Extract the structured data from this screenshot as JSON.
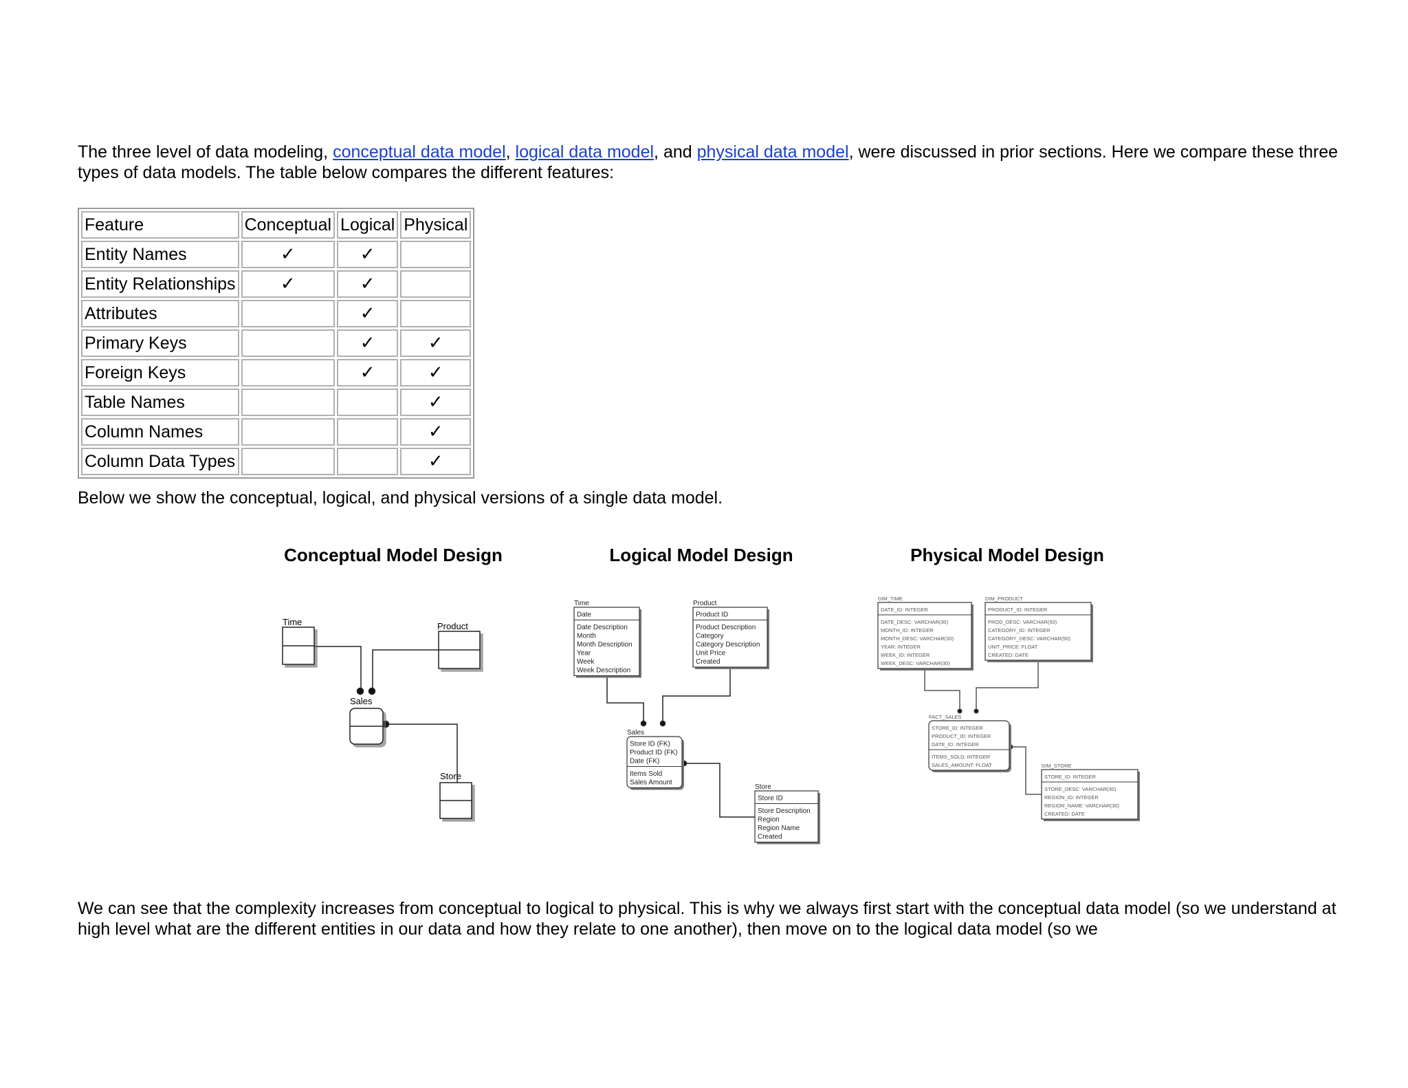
{
  "intro": {
    "before": "The three level of data modeling, ",
    "link1": "conceptual data model",
    "sep1": ", ",
    "link2": "logical data model",
    "sep2": ", and ",
    "link3": "physical data model",
    "after": ", were discussed in prior sections. Here we compare these three types of data models. The table below compares the different features:"
  },
  "table": {
    "headers": [
      "Feature",
      "Conceptual",
      "Logical",
      "Physical"
    ],
    "check": "✓",
    "rows": [
      {
        "feature": "Entity Names",
        "conceptual": "✓",
        "logical": "✓",
        "physical": ""
      },
      {
        "feature": "Entity Relationships",
        "conceptual": "✓",
        "logical": "✓",
        "physical": ""
      },
      {
        "feature": "Attributes",
        "conceptual": "",
        "logical": "✓",
        "physical": ""
      },
      {
        "feature": "Primary Keys",
        "conceptual": "",
        "logical": "✓",
        "physical": "✓"
      },
      {
        "feature": "Foreign Keys",
        "conceptual": "",
        "logical": "✓",
        "physical": "✓"
      },
      {
        "feature": "Table Names",
        "conceptual": "",
        "logical": "",
        "physical": "✓"
      },
      {
        "feature": "Column Names",
        "conceptual": "",
        "logical": "",
        "physical": "✓"
      },
      {
        "feature": "Column Data Types",
        "conceptual": "",
        "logical": "",
        "physical": "✓"
      }
    ]
  },
  "below_text": "Below we show the conceptual, logical, and physical versions of a single data model.",
  "captions": {
    "conceptual": "Conceptual Model Design",
    "logical": "Logical Model Design",
    "physical": "Physical Model Design"
  },
  "conceptual": {
    "time": "Time",
    "product": "Product",
    "sales": "Sales",
    "store": "Store"
  },
  "logical": {
    "time": {
      "name": "Time",
      "key": "Date",
      "attrs": [
        "Date Description",
        "Month",
        "Month Description",
        "Year",
        "Week",
        "Week Description"
      ]
    },
    "product": {
      "name": "Product",
      "key": "Product ID",
      "attrs": [
        "Product Description",
        "Category",
        "Category Description",
        "Unit Price",
        "Created"
      ]
    },
    "sales": {
      "name": "Sales",
      "keys": [
        "Store ID (FK)",
        "Product ID (FK)",
        "Date (FK)"
      ],
      "attrs": [
        "Items Sold",
        "Sales Amount"
      ]
    },
    "store": {
      "name": "Store",
      "key": "Store ID",
      "attrs": [
        "Store Description",
        "Region",
        "Region Name",
        "Created"
      ]
    }
  },
  "physical": {
    "time": {
      "name": "DIM_TIME",
      "key": "DATE_ID: INTEGER",
      "attrs": [
        "DATE_DESC: VARCHAR(30)",
        "MONTH_ID: INTEGER",
        "MONTH_DESC: VARCHAR(30)",
        "YEAR: INTEGER",
        "WEEK_ID: INTEGER",
        "WEEK_DESC: VARCHAR(30)"
      ]
    },
    "product": {
      "name": "DIM_PRODUCT",
      "key": "PRODUCT_ID: INTEGER",
      "attrs": [
        "PROD_DESC: VARCHAR(50)",
        "CATEGORY_ID: INTEGER",
        "CATEGORY_DESC: VARCHAR(50)",
        "UNIT_PRICE: FLOAT",
        "CREATED: DATE"
      ]
    },
    "sales": {
      "name": "FACT_SALES",
      "keys": [
        "STORE_ID: INTEGER",
        "PRODUCT_ID: INTEGER",
        "DATE_ID: INTEGER"
      ],
      "attrs": [
        "ITEMS_SOLD: INTEGER",
        "SALES_AMOUNT: FLOAT"
      ]
    },
    "store": {
      "name": "DIM_STORE",
      "key": "STORE_ID: INTEGER",
      "attrs": [
        "STORE_DESC: VARCHAR(30)",
        "REGION_ID: INTEGER",
        "REGION_NAME: VARCHAR(30)",
        "CREATED: DATE"
      ]
    }
  },
  "outro": "We can see that the complexity increases from conceptual to logical to physical. This is why we always first start with the conceptual data model (so we understand at high level what are the different entities in our data and how they relate to one another), then move on to the logical data model (so we"
}
